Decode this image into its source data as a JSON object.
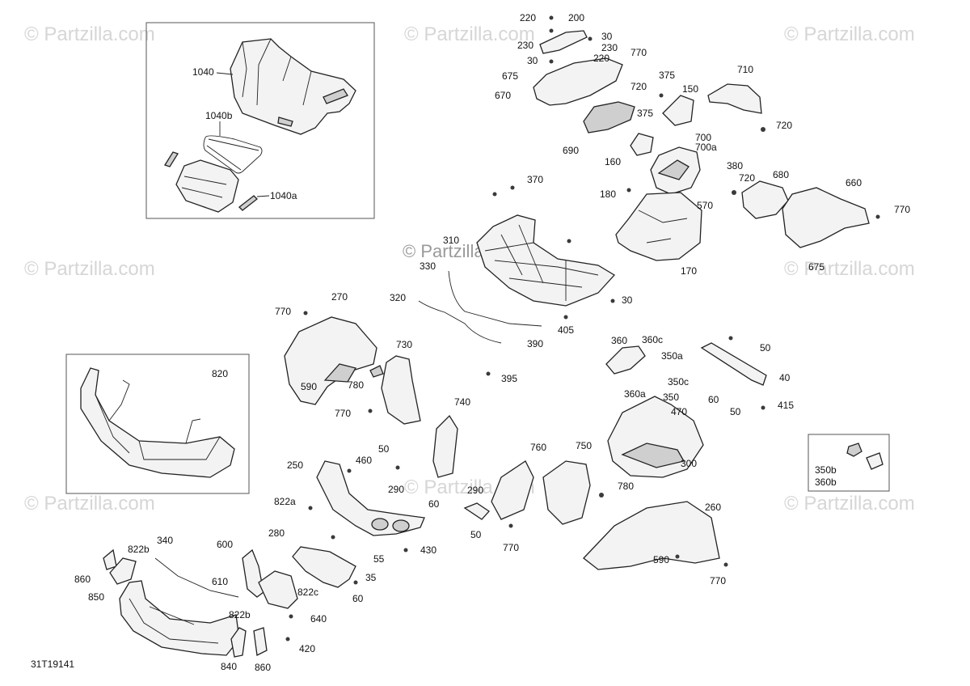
{
  "figure_id": "31T19141",
  "watermark": "© Partzilla.com",
  "callouts": {
    "c1040": "1040",
    "c1040b": "1040b",
    "c1040a": "1040a",
    "c820": "820",
    "c350b": "350b",
    "c360b": "360b",
    "c220": "220",
    "c200": "200",
    "c230a": "230",
    "c30a": "30",
    "c230b": "230",
    "c30b": "30",
    "c220b": "220",
    "c770a": "770",
    "c675a": "675",
    "c670": "670",
    "c720a": "720",
    "c690": "690",
    "c375a": "375",
    "c150": "150",
    "c375b": "375",
    "c160": "160",
    "c710": "710",
    "c720b": "720",
    "c700": "700",
    "c700a": "700a",
    "c380": "380",
    "c720c": "720",
    "c680": "680",
    "c180": "180",
    "c570": "570",
    "c660": "660",
    "c770b": "770",
    "c675b": "675",
    "c170": "170",
    "c370": "370",
    "c310": "310",
    "c330": "330",
    "c320": "320",
    "c30c": "30",
    "c405": "405",
    "c390": "390",
    "c395": "395",
    "c270": "270",
    "c770c": "770",
    "c590a": "590",
    "c780a": "780",
    "c730": "730",
    "c770d": "770",
    "c740": "740",
    "c360": "360",
    "c360c": "360c",
    "c350a": "350a",
    "c50a": "50",
    "c350c": "350c",
    "c40": "40",
    "c360a": "360a",
    "c350": "350",
    "c60a": "60",
    "c470": "470",
    "c50b": "50",
    "c415": "415",
    "c300": "300",
    "c250": "250",
    "c460": "460",
    "c50c": "50",
    "c290a": "290",
    "c60b": "60",
    "c290b": "290",
    "c50d": "50",
    "c760": "760",
    "c750": "750",
    "c780b": "780",
    "c770e": "770",
    "c260": "260",
    "c590b": "590",
    "c770f": "770",
    "c822a": "822a",
    "c280": "280",
    "c55": "55",
    "c430": "430",
    "c35": "35",
    "c60c": "60",
    "c340": "340",
    "c822b": "822b",
    "c860a": "860",
    "c850": "850",
    "c600": "600",
    "c610": "610",
    "c822c": "822c",
    "c822bb": "822b",
    "c640": "640",
    "c420": "420",
    "c840": "840",
    "c860b": "860"
  }
}
